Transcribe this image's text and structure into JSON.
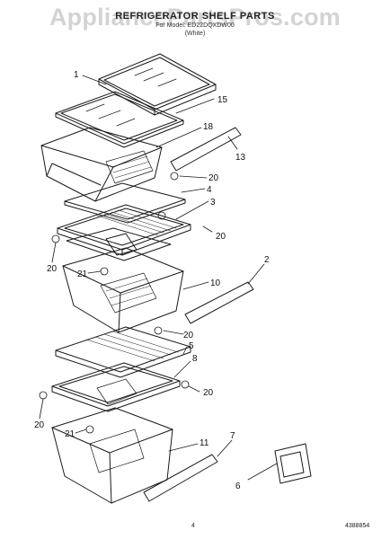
{
  "header": {
    "title": "REFRIGERATOR SHELF PARTS",
    "model_line": "For Model: ED22DQXDW00",
    "color_line": "(White)"
  },
  "watermark": "AppliancePartsPros.com",
  "callouts": [
    {
      "id": "c1",
      "text": "1"
    },
    {
      "id": "c15",
      "text": "15"
    },
    {
      "id": "c18",
      "text": "18"
    },
    {
      "id": "c13",
      "text": "13"
    },
    {
      "id": "c20a",
      "text": "20"
    },
    {
      "id": "c4",
      "text": "4"
    },
    {
      "id": "c3",
      "text": "3"
    },
    {
      "id": "c20b",
      "text": "20"
    },
    {
      "id": "c20c",
      "text": "20"
    },
    {
      "id": "c21a",
      "text": "21"
    },
    {
      "id": "c2",
      "text": "2"
    },
    {
      "id": "c10",
      "text": "10"
    },
    {
      "id": "c20d",
      "text": "20"
    },
    {
      "id": "c5",
      "text": "5"
    },
    {
      "id": "c8",
      "text": "8"
    },
    {
      "id": "c20e",
      "text": "20"
    },
    {
      "id": "c20f",
      "text": "20"
    },
    {
      "id": "c21b",
      "text": "21"
    },
    {
      "id": "c11",
      "text": "11"
    },
    {
      "id": "c7",
      "text": "7"
    },
    {
      "id": "c6",
      "text": "6"
    }
  ],
  "footer": {
    "page_number": "4",
    "doc_number": "4388854"
  },
  "colors": {
    "line": "#1a1a1a",
    "background": "#ffffff",
    "watermark": "#9a9a9a"
  }
}
